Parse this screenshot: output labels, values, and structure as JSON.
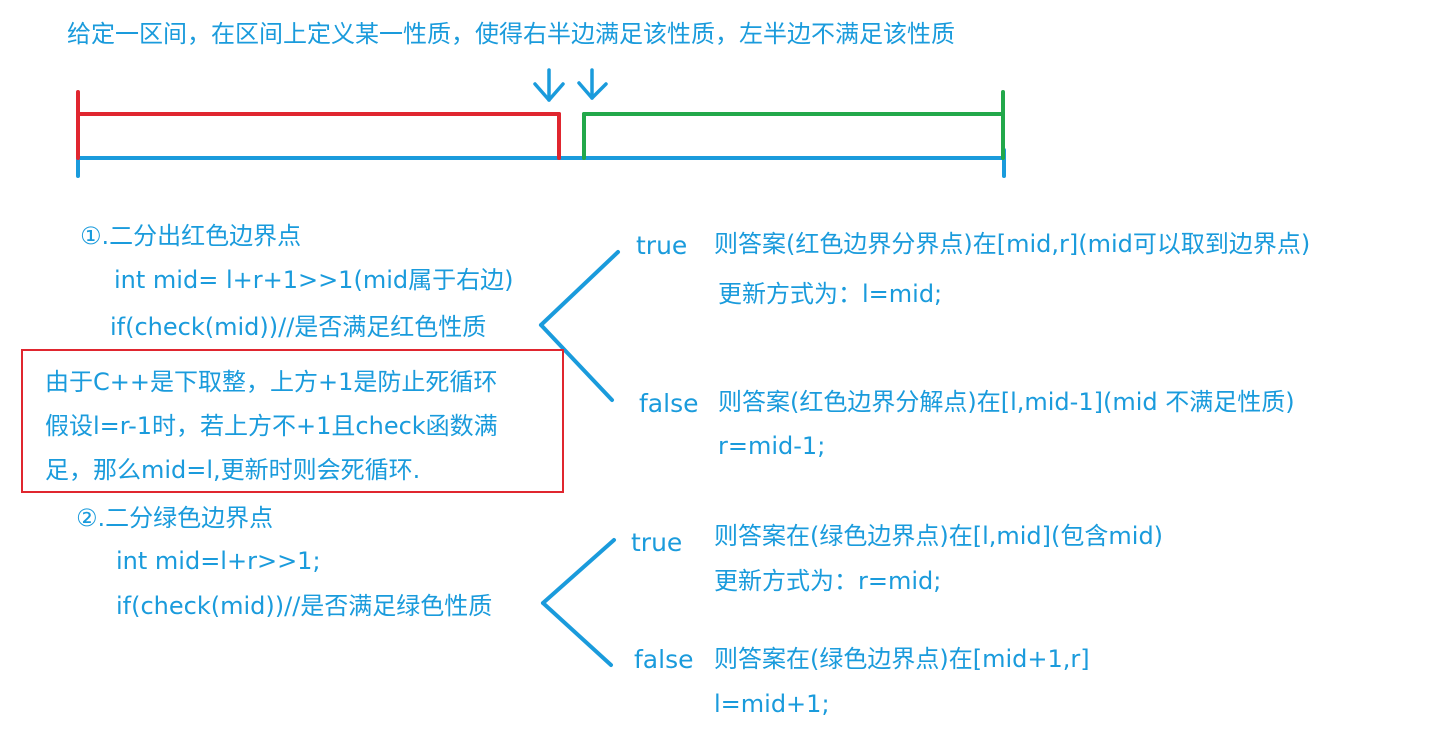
{
  "colors": {
    "text": "#1a9bdc",
    "red_segment": "#e0262f",
    "green_segment": "#22a84a",
    "blue_line": "#1a9bdc",
    "box_border": "#e0262f"
  },
  "header": {
    "title": "给定一区间，在区间上定义某一性质，使得右半边满足该性质，左半边不满足该性质"
  },
  "section1": {
    "title": "①.二分出红色边界点",
    "code_mid": "int mid= l+r+1>>1(mid属于右边)",
    "code_if": "if(check(mid))//是否满足红色性质",
    "true_label": "true",
    "true_answer": "则答案(红色边界分界点)在[mid,r](mid可以取到边界点)",
    "true_update": "更新方式为：l=mid;",
    "false_label": "false",
    "false_answer": "则答案(红色边界分解点)在[l,mid-1](mid 不满足性质)",
    "false_update": "r=mid-1;"
  },
  "note": {
    "line1": "由于C++是下取整，上方+1是防止死循环",
    "line2": "假设l=r-1时，若上方不+1且check函数满",
    "line3": "足，那么mid=l,更新时则会死循环."
  },
  "section2": {
    "title": "②.二分绿色边界点",
    "code_mid": "int mid=l+r>>1;",
    "code_if": "if(check(mid))//是否满足绿色性质",
    "true_label": "true",
    "true_answer": "则答案在(绿色边界点)在[l,mid](包含mid)",
    "true_update": "更新方式为：r=mid;",
    "false_label": "false",
    "false_answer": "则答案在(绿色边界点)在[mid+1,r]",
    "false_update": "l=mid+1;"
  }
}
